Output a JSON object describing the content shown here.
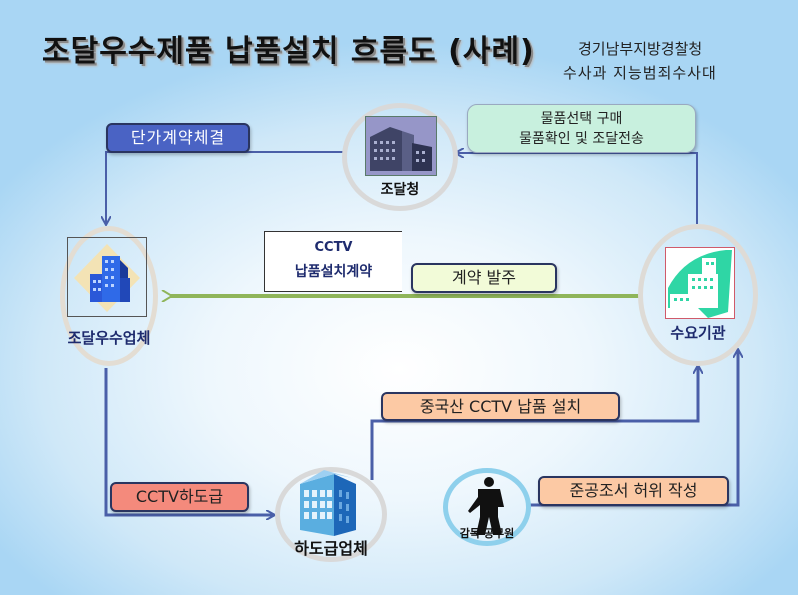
{
  "header": {
    "title": "조달우수제품 납품설치 흐름도 (사례)",
    "org_line1": "경기남부지방경찰청",
    "org_line2": "수사과 지능범죄수사대"
  },
  "nodes": {
    "procurement_service": {
      "label": "조달청",
      "icon": "office-building-icon"
    },
    "excellent_vendor": {
      "label": "조달우수업체",
      "icon": "blue-buildings-icon"
    },
    "demand_agency": {
      "label": "수요기관",
      "icon": "green-building-icon"
    },
    "subcontractor": {
      "label": "하도급업체",
      "icon": "blue-tower-icon"
    },
    "supervisor": {
      "label": "감독 공무원",
      "icon": "person-silhouette-icon"
    }
  },
  "flows": {
    "unit_price_contract": "단가계약체결",
    "product_select_line1": "물품선택 구매",
    "product_select_line2": "물품확인 및 조달전송",
    "cctv_contract_line1": "CCTV",
    "cctv_contract_line2": "납품설치계약",
    "contract_order": "계약 발주",
    "chinese_cctv_install": "중국산 CCTV 납품 설치",
    "cctv_subcontract": "CCTV하도급",
    "false_completion_report": "준공조서 허위 작성"
  },
  "colors": {
    "arrow_blue": "#4a5fa8",
    "arrow_green": "#8fb55a",
    "box_blue": "#4a63c4",
    "box_mint": "#c8f0de",
    "box_lightyellow": "#f2fbd8",
    "box_peach": "#fcc9a4",
    "box_salmon": "#f48a7c"
  }
}
